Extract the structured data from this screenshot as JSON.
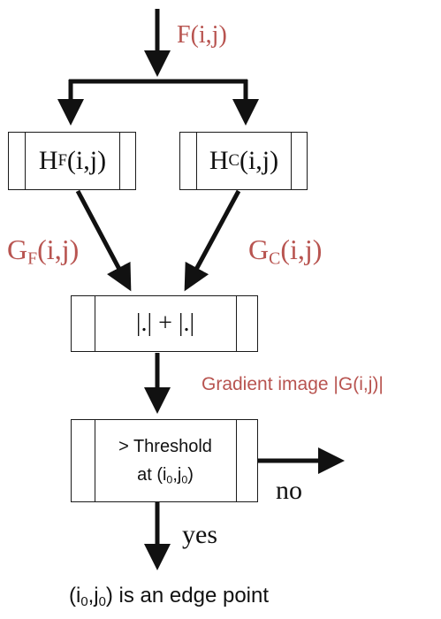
{
  "colors": {
    "label": "#b85450",
    "stroke": "#111111"
  },
  "input_label": {
    "base": "F",
    "sub": "",
    "args": "(i,j)"
  },
  "box_hf": {
    "base": "H",
    "sub": "F",
    "args": "(i,j)"
  },
  "box_hc": {
    "base": "H",
    "sub": "C",
    "args": "(i,j)"
  },
  "label_gf": {
    "base": "G",
    "sub": "F",
    "args": "(i,j)"
  },
  "label_gc": {
    "base": "G",
    "sub": "C",
    "args": "(i,j)"
  },
  "box_sum": {
    "text": "|.| + |.|"
  },
  "gradient_label": {
    "text": "Gradient image |G(i,j)|"
  },
  "box_threshold": {
    "line1": "> Threshold",
    "line2_prefix": "at (i",
    "sub_a": "0",
    "line2_mid": ",j",
    "sub_b": "0",
    "line2_suffix": ")"
  },
  "label_no": {
    "text": "no"
  },
  "label_yes": {
    "text": "yes"
  },
  "output_label": {
    "prefix": "(i",
    "sub_a": "0",
    "mid": ",j",
    "sub_b": "0",
    "suffix": ") is an edge point"
  }
}
